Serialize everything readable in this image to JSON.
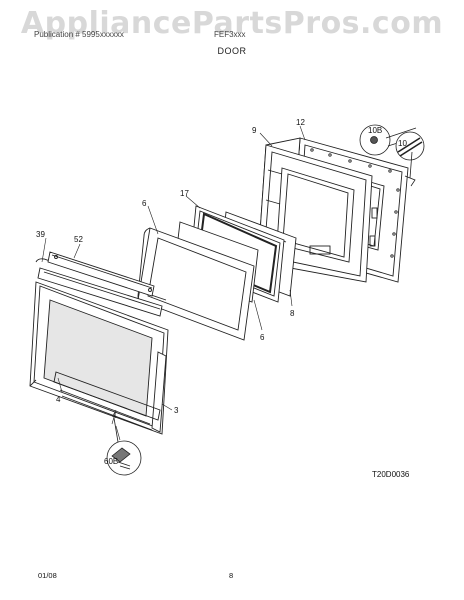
{
  "watermark": "AppliancePartsPros.com",
  "header": {
    "left": "Publication # 5995xxxxxx",
    "right": "FEF3xxx"
  },
  "section_title": "DOOR",
  "drawing_code": "T20D0036",
  "footer": {
    "date": "01/08",
    "page": "8"
  },
  "callouts": {
    "c9": "9",
    "c12": "12",
    "c10B": "10B",
    "c10": "10",
    "c17": "17",
    "c6": "6",
    "c39": "39",
    "c52": "52",
    "c8": "8",
    "c6b": "6",
    "c4a": "4",
    "c4b": "4",
    "c3": "3",
    "c60B": "60B"
  },
  "icons": {
    "hinge": "hinge-icon",
    "screw": "screw-icon",
    "clip": "clip-icon"
  }
}
